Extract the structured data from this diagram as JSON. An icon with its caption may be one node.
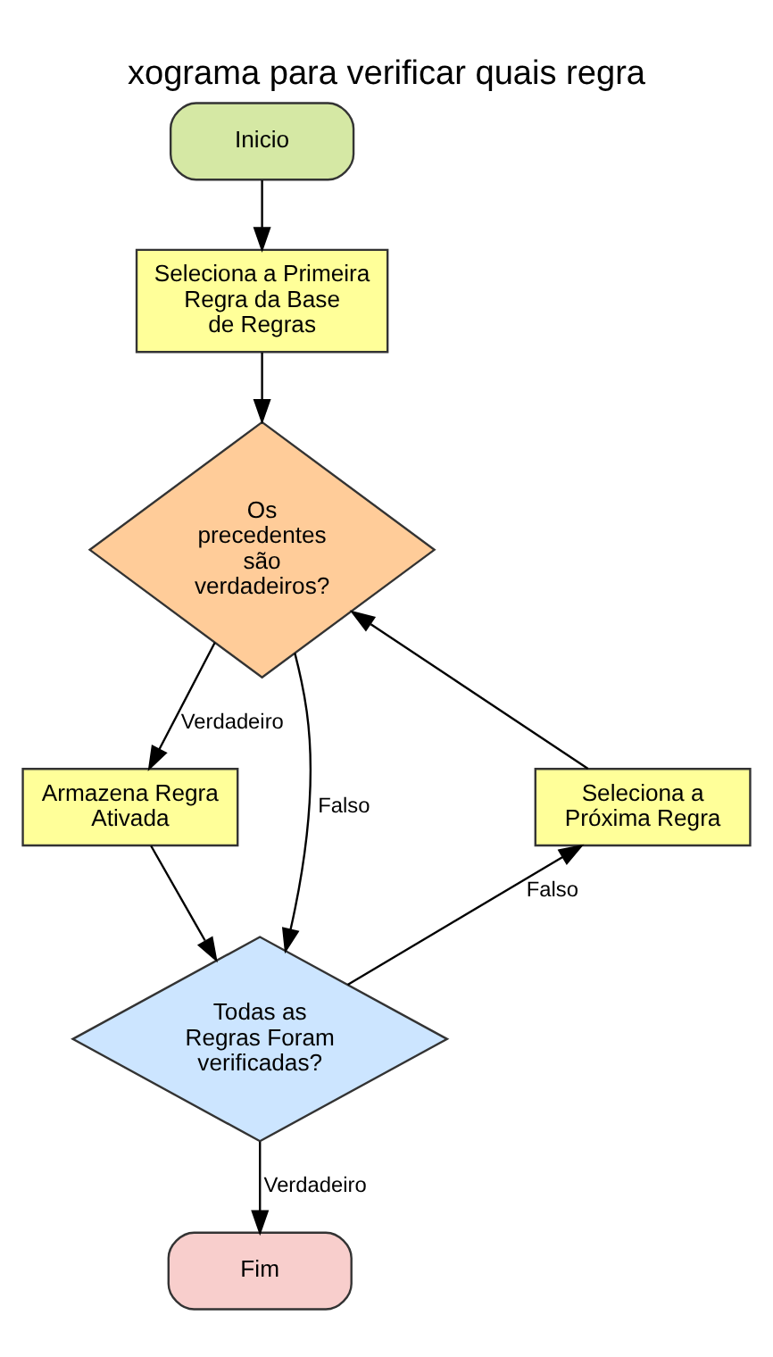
{
  "diagram": {
    "title": "xograma para verificar quais regra",
    "nodes": [
      {
        "text": [
          "Inicio"
        ]
      },
      {
        "text": [
          "Seleciona a Primeira Regra da Base de Regras"
        ]
      },
      {
        "text": [
          "Os precedentes são verdadeiros?"
        ]
      },
      {
        "text": [
          "Seleciona a Próxima Regra"
        ]
      },
      {
        "text": [
          "Armazena Regra Ativada"
        ]
      },
      {
        "text": [
          "Todas as Regras Foram verificadas?"
        ]
      },
      {
        "text": [
          "Fim"
        ]
      }
    ],
    "edges": [
      {
        "from": 0,
        "to": 1,
        "arrow": "to"
      },
      {
        "from": 1,
        "to": 2,
        "arrow": "to"
      },
      {
        "from": 2,
        "to": 4,
        "arrow": "to",
        "label": "Verdadeiro"
      },
      {
        "from": 2,
        "to": 5,
        "arrow": "to",
        "label": "Falso"
      },
      {
        "from": 4,
        "to": 5,
        "arrow": "to"
      },
      {
        "from": 5,
        "to": 3,
        "arrow": "to",
        "label": "Falso"
      },
      {
        "from": 3,
        "to": 2,
        "arrow": "to"
      },
      {
        "from": 5,
        "to": 6,
        "arrow": "to",
        "label": "Verdadeiro"
      }
    ]
  }
}
